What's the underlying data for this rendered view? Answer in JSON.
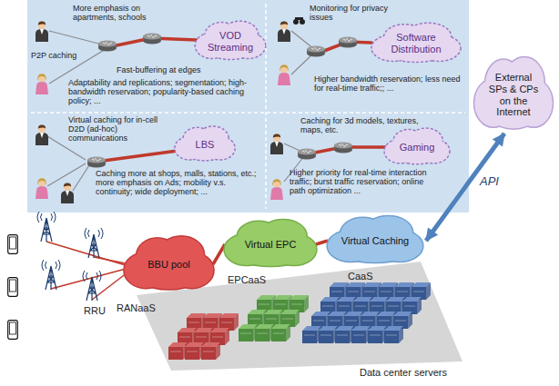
{
  "diagram": {
    "nodes": [
      {
        "text": [
          "VOD Streaming"
        ]
      },
      {
        "text": [
          "Software Distribution"
        ]
      },
      {
        "text": [
          "LBS"
        ]
      },
      {
        "text": [
          "Gaming"
        ]
      },
      {
        "text": [
          "External SPs & CPs on the Internet"
        ]
      },
      {
        "text": [
          "BBU pool"
        ]
      },
      {
        "text": [
          "Virtual EPC"
        ]
      },
      {
        "text": [
          "Virtual Caching"
        ]
      }
    ],
    "edges": [
      {
        "from": 5,
        "to": 6,
        "arrow": "none"
      },
      {
        "from": 6,
        "to": 7,
        "arrow": "none"
      },
      {
        "from": 4,
        "to": 7,
        "arrow": "both",
        "label": "API"
      }
    ],
    "labels": [
      "More emphasis on apartments, schools",
      "P2P caching",
      "Fast-buffering at edges",
      "Adaptability and replications; segmentation; high-bandwidth reservation; popularity-based caching policy; ...",
      "Monitoring for privacy issues",
      "Higher bandwidth reservation; less need for real-time traffic;; ...",
      "Virtual caching for in-cell D2D (ad-hoc) communications",
      "Caching more at shops, malls, stations, etc.; more emphasis on Ads; mobility v.s. continuity; wide deployment; ...",
      "Caching for 3d models, textures, maps, etc.",
      "Higher priority for real-time interaction traffic; burst traffic reservation; online path optimization ...",
      "RRU",
      "RANaaS",
      "EPCaaS",
      "CaaS",
      "Data center servers"
    ]
  }
}
